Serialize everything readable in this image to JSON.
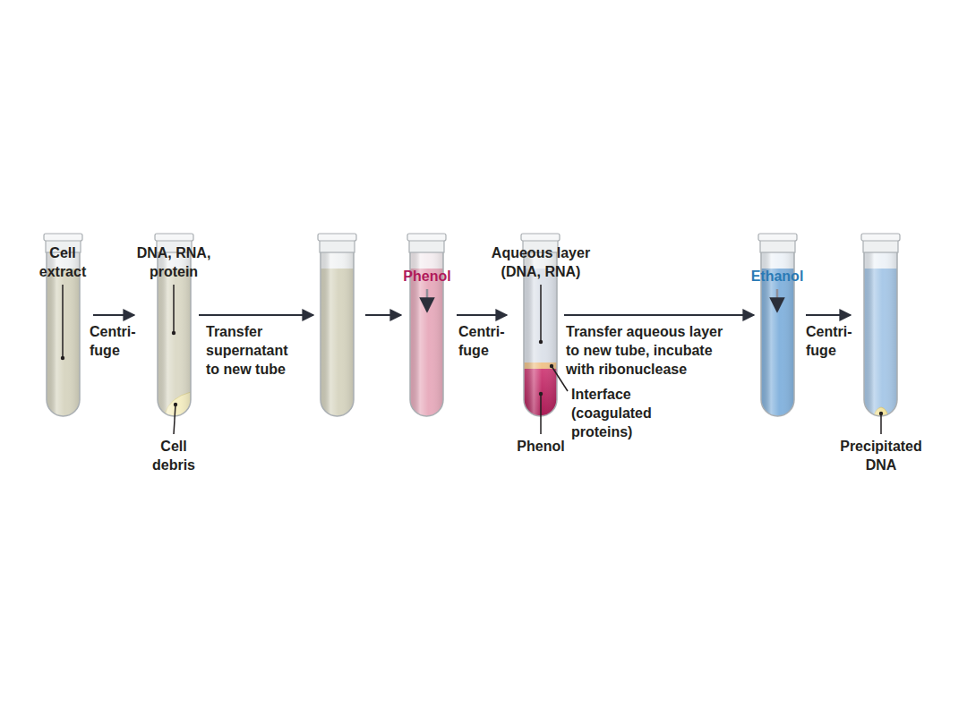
{
  "diagram": {
    "labels": [
      "Cell extract",
      "Centri- fuge",
      "DNA, RNA, protein",
      "Cell debris",
      "Transfer supernatant to new tube",
      "Phenol",
      "Centri- fuge",
      "Aqueous layer (DNA, RNA)",
      "Interface (coagulated proteins)",
      "Phenol",
      "Transfer aqueous layer to new tube, incubate with ribonuclease",
      "Ethanol",
      "Centri- fuge",
      "Precipitated DNA"
    ]
  }
}
